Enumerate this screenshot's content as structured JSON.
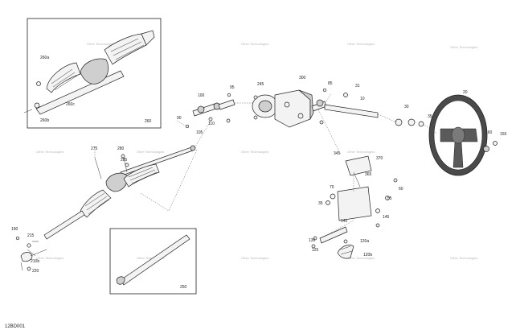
{
  "diagram": {
    "code": "12BD001",
    "watermark": "Other Technologies",
    "insets": [
      {
        "id": "260",
        "label": "260"
      },
      {
        "id": "250",
        "label": "250"
      }
    ],
    "part_labels": [
      "260a",
      "260b",
      "260c",
      "260",
      "90",
      "100",
      "105",
      "110",
      "95",
      "245",
      "300",
      "85",
      "10",
      "31",
      "30",
      "35",
      "20",
      "160",
      "155",
      "275",
      "280",
      "285",
      "345",
      "370",
      "365",
      "70",
      "60",
      "55",
      "35",
      "140",
      "145",
      "130",
      "125",
      "120a",
      "120b",
      "215",
      "190",
      "210b",
      "220",
      "250"
    ]
  }
}
